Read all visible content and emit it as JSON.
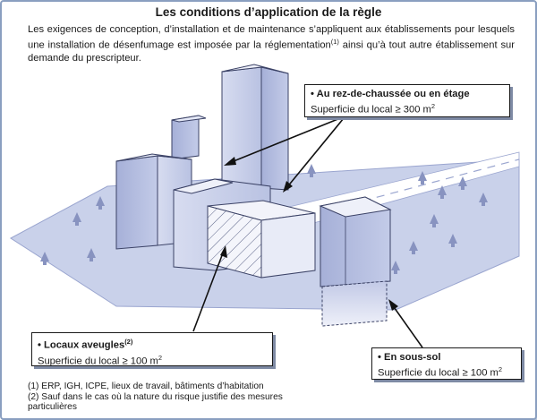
{
  "title": "Les conditions d’application de la règle",
  "intro": {
    "text_before": "Les exigences de conception, d’installation et de maintenance s’appliquent aux établissements pour lesquels une installation de désenfumage est imposée par la réglementation",
    "note_ref": "(1)",
    "text_after": " ainsi qu’à tout autre établissement sur demande du prescripteur."
  },
  "callouts": {
    "ground": {
      "title": "• Au rez-de-chaussée ou en étage",
      "detail": "Superficie du local ≥ 300 m",
      "exp": "2"
    },
    "blind": {
      "title": "• Locaux aveugles",
      "note_ref": "(2)",
      "detail": "Superficie du local ≥ 100 m",
      "exp": "2"
    },
    "basement": {
      "title": "• En sous-sol",
      "detail": "Superficie du local ≥ 100 m",
      "exp": "2"
    }
  },
  "notes": [
    "(1) ERP, IGH, ICPE, lieux de travail, bâtiments d’habitation",
    "(2) Sauf dans le cas où la nature du risque justifie des mesures particulières"
  ],
  "colors": {
    "frame_border": "#8a9fc0",
    "ground": "#c9d1ea",
    "building_front": "#aeb8dc",
    "building_side": "#c7cfea",
    "building_top": "#e4e8f6",
    "tree": "#8893c0"
  }
}
